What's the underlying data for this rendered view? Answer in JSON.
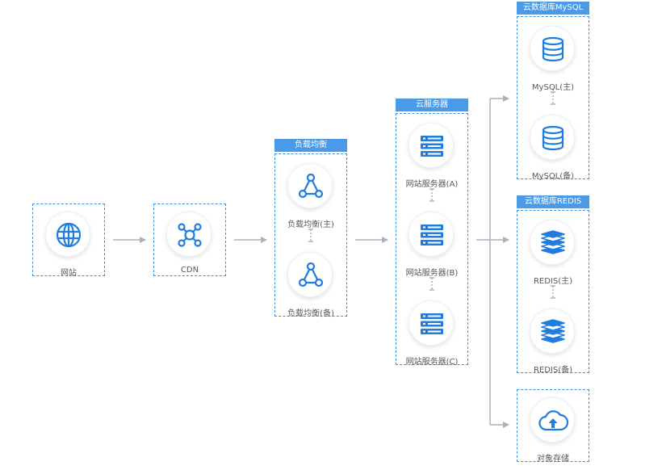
{
  "nodes": {
    "website": {
      "label": "网站",
      "icon": "globe-icon"
    },
    "cdn": {
      "label": "CDN",
      "icon": "cdn-network-icon"
    },
    "lb_master": {
      "label": "负载均衡(主)",
      "icon": "load-balancer-icon"
    },
    "lb_backup": {
      "label": "负载均衡(备)",
      "icon": "load-balancer-icon"
    },
    "web_a": {
      "label": "网站服务器(A)",
      "icon": "server-icon"
    },
    "web_b": {
      "label": "网站服务器(B)",
      "icon": "server-icon"
    },
    "web_c": {
      "label": "网站服务器(C)",
      "icon": "server-icon"
    },
    "mysql_master": {
      "label": "MySQL(主)",
      "icon": "database-icon"
    },
    "mysql_backup": {
      "label": "MySQL(备)",
      "icon": "database-icon"
    },
    "redis_master": {
      "label": "REDIS(主)",
      "icon": "redis-stack-icon"
    },
    "redis_backup": {
      "label": "REDIS(备)",
      "icon": "redis-stack-icon"
    },
    "object_storage": {
      "label": "对象存储",
      "icon": "cloud-upload-icon"
    }
  },
  "groups": {
    "load_balancer": "负载均衡",
    "cloud_server": "云服务器",
    "cloud_mysql": "云数据库MySQL",
    "cloud_redis": "云数据库REDIS"
  },
  "colors": {
    "accent": "#4a9ae8",
    "icon": "#1f7de0",
    "arrow": "#a9b3bf"
  }
}
